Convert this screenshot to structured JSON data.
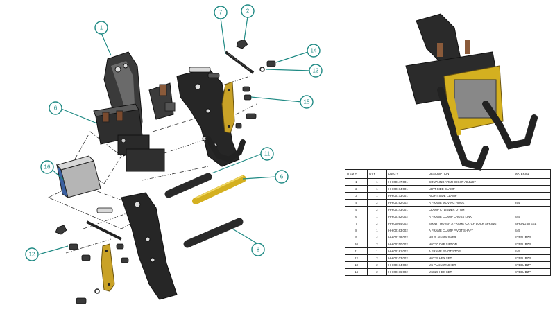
{
  "callouts": [
    {
      "id": "1",
      "label": "1"
    },
    {
      "id": "2",
      "label": "2"
    },
    {
      "id": "6a",
      "label": "6"
    },
    {
      "id": "6b",
      "label": "6"
    },
    {
      "id": "7",
      "label": "7"
    },
    {
      "id": "8",
      "label": "8"
    },
    {
      "id": "11",
      "label": "11"
    },
    {
      "id": "12",
      "label": "12"
    },
    {
      "id": "13",
      "label": "13"
    },
    {
      "id": "14",
      "label": "14"
    },
    {
      "id": "15",
      "label": "15"
    },
    {
      "id": "16",
      "label": "16"
    }
  ],
  "colors": {
    "callout": "#1f8a84",
    "metal_dark": "#2b2b2b",
    "metal_mid": "#555555",
    "brass": "#c9a227",
    "bronze": "#8a5a3a"
  },
  "bom": {
    "headers": [
      "ITEM #",
      "QTY",
      "DWG #",
      "DESCRIPTION",
      "MATERIAL"
    ],
    "rows": [
      [
        "1",
        "1",
        "HH 00147 001",
        "COUPLING ARM HEIGHT ADJUST",
        ""
      ],
      [
        "2",
        "1",
        "HH 00174 001",
        "LEFT SIDE CLAMP",
        ""
      ],
      [
        "3",
        "1",
        "HH 00173 001",
        "RIGHT SIDE CLAMP",
        ""
      ],
      [
        "4",
        "2",
        "HH 00162 002",
        "A FRAME MOVING HOOK",
        "294"
      ],
      [
        "5",
        "2",
        "HH 00143 001",
        "CLAMP CYLINDER DYNM",
        ""
      ],
      [
        "6",
        "1",
        "HH 00162 002",
        "A FRAME CLAMP CROSS LINK",
        "S45"
      ],
      [
        "7",
        "2",
        "HH 00094 002",
        "SMART HOVER A FRAME CATCH LOCK SPRING",
        "SPRING STEEL"
      ],
      [
        "8",
        "1",
        "HH 00163 002",
        "A FRAME CLAMP PIVOT SHAFT",
        "S45"
      ],
      [
        "9",
        "4",
        "HH 00178 002",
        "M8 PLAIN WASHER",
        "STEEL BZP"
      ],
      [
        "10",
        "2",
        "HH 00310 002",
        "M6X20 CAP S/PTON",
        "STEEL BZP"
      ],
      [
        "11",
        "1",
        "HH 00181 002",
        "A FRAME PIVOT STOP",
        "S45"
      ],
      [
        "12",
        "2",
        "HH 00103 002",
        "M6X25 HEX SET",
        "STEEL BZP"
      ],
      [
        "13",
        "2",
        "HH 00174 002",
        "M6 PLAIN WASHER",
        "STEEL BZP"
      ],
      [
        "14",
        "2",
        "HH 00176 002",
        "M6X25 HEX SET",
        "STEEL BZP"
      ]
    ]
  }
}
